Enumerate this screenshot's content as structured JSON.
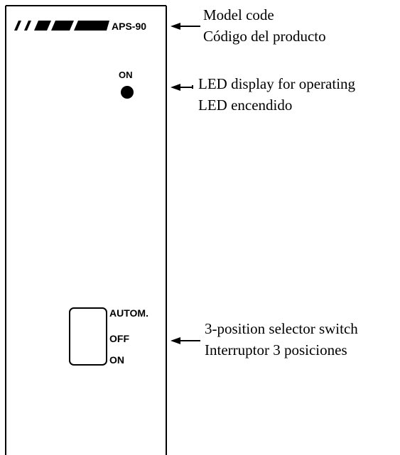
{
  "panel": {
    "model_code": "APS-90",
    "led_label": "ON",
    "switch_positions": [
      "AUTOM.",
      "OFF",
      "ON"
    ]
  },
  "callouts": {
    "model": {
      "en": "Model code",
      "es": "Código del producto"
    },
    "led": {
      "en": "LED display for operating",
      "es": "LED encendido"
    },
    "switch": {
      "en": "3-position selector switch",
      "es": "Interruptor 3 posiciones"
    }
  },
  "colors": {
    "ink": "#000000",
    "background": "#ffffff"
  }
}
